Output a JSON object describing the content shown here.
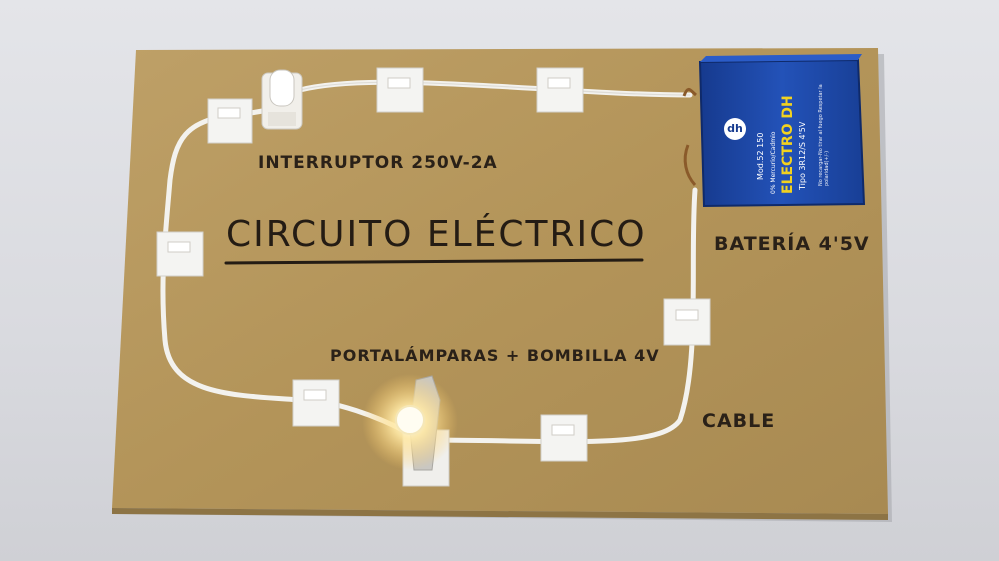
{
  "board": {
    "title": "CIRCUITO ELÉCTRICO",
    "labels": {
      "switch": "INTERRUPTOR 250V-2A",
      "battery": "BATERÍA 4'5V",
      "lamp": "PORTALÁMPARAS + BOMBILLA 4V",
      "cable": "CABLE"
    }
  },
  "battery_print": {
    "brand": "ELECTRO DH",
    "model": "Mod.52 150",
    "mercury": "0% Mercurio/Cadmio",
    "type": "Tipo 3R12/S 4'5V",
    "warning": "No recargar-No tirar al fuego Respetar la polaridad(+/-)",
    "logo": "dh"
  },
  "colors": {
    "board": "#b6975f",
    "battery": "#1f47a8",
    "wire": "#f3f2ee",
    "brand_text": "#f2d21f"
  }
}
